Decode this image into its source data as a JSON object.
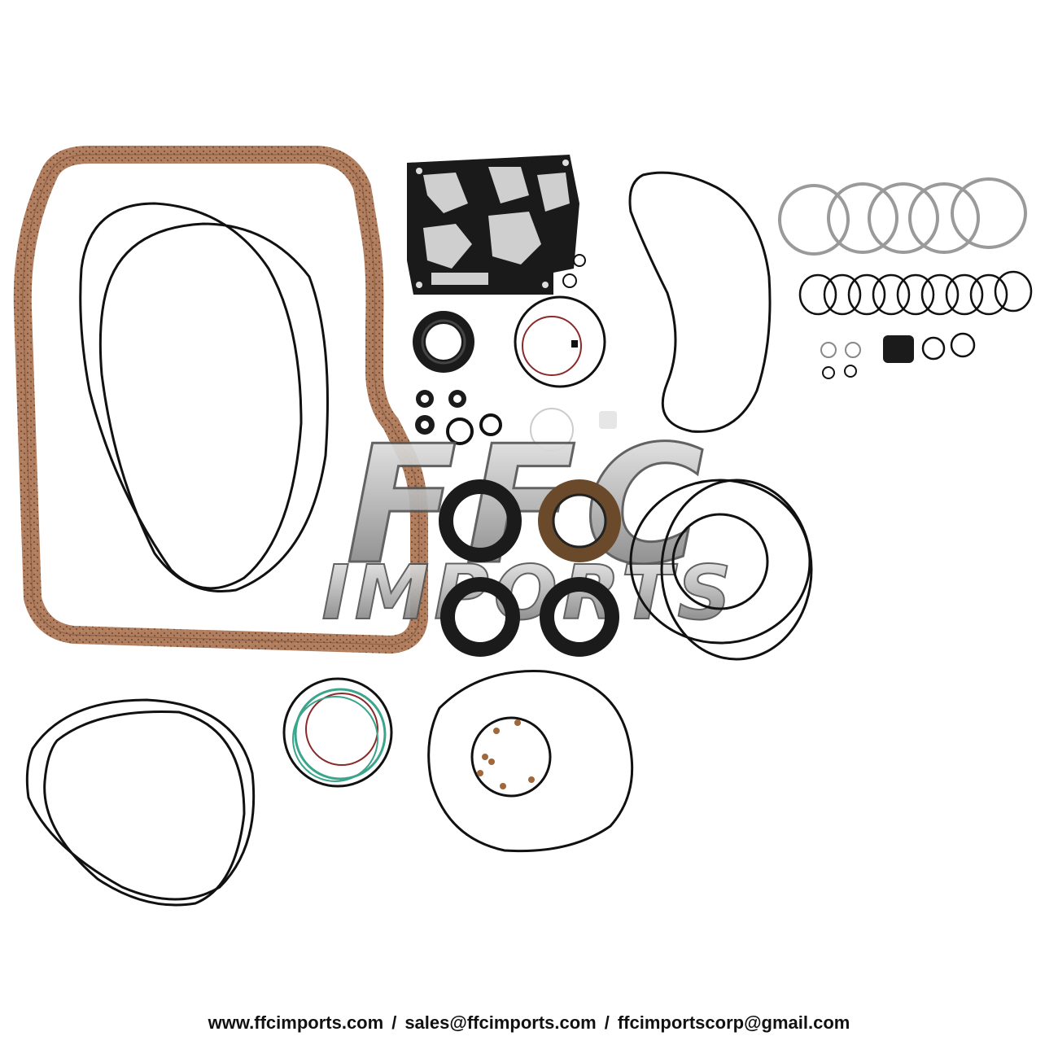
{
  "watermark": {
    "line1": "FFC",
    "line2": "IMPORTS"
  },
  "footer": {
    "website": "www.ffcimports.com",
    "sales_email": "sales@ffcimports.com",
    "corp_email": "ffcimportscorp@gmail.com",
    "separator": "/"
  },
  "colors": {
    "cork": "#a8765a",
    "rubber": "#111111",
    "steel": "#9a9a9a",
    "green_seal": "#3aa58a",
    "red_seal": "#8a2a2a",
    "bronze_seal": "#6b4a2b"
  }
}
